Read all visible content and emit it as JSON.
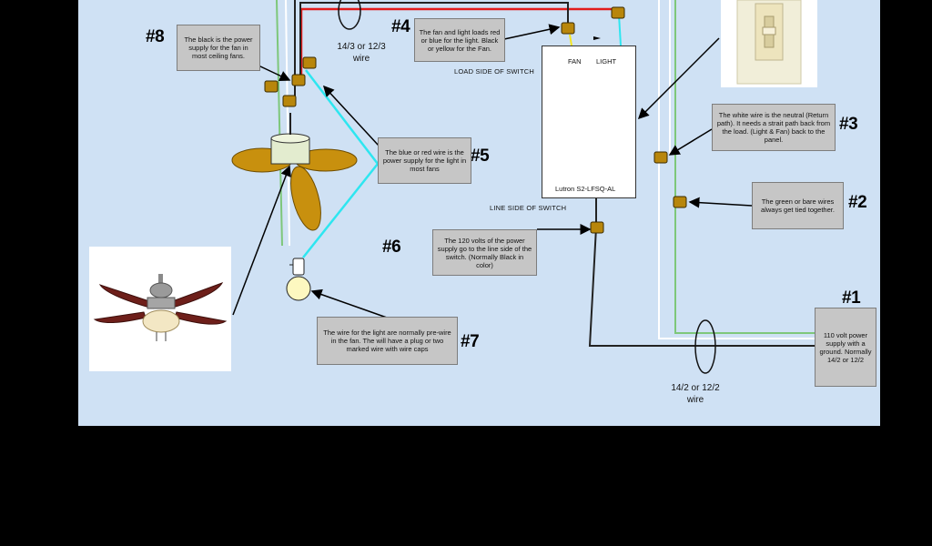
{
  "tags": {
    "t1": "#1",
    "t2": "#2",
    "t3": "#3",
    "t4": "#4",
    "t5": "#5",
    "t6": "#6",
    "t7": "#7",
    "t8": "#8"
  },
  "notes": {
    "n1": "110 volt power supply with a ground. Normally 14/2 or 12/2",
    "n2": "The green or bare wires always get tied together.",
    "n3": "The white wire is the neutral (Return path). It needs a strait path back from the load. (Light & Fan) back to the panel.",
    "n4": "The fan and light loads red or blue for the light. Black or yellow for the Fan.",
    "n5": "The blue or red wire is the power supply for the light in most fans",
    "n6": "The 120 volts of the power supply go to the line side of the switch. (Normally Black in color)",
    "n7": "The wire for the light are normally pre-wire in the fan. The will have a plug or two marked wire with wire caps",
    "n8": "The black is the power supply for the fan in most ceiling fans."
  },
  "labels": {
    "wire_14_3": "14/3 or 12/3",
    "wire_14_3_b": "wire",
    "wire_14_2": "14/2 or 12/2",
    "wire_14_2_b": "wire",
    "load_side": "LOAD SIDE OF SWITCH",
    "line_side": "LINE SIDE OF SWITCH"
  },
  "switch": {
    "fan": "FAN",
    "light": "LIGHT",
    "model": "Lutron S2-LFSQ-AL"
  },
  "colors": {
    "background": "#cfe1f4",
    "frame": "#000000",
    "wire_black": "#222222",
    "wire_red": "#e21b1b",
    "wire_blue": "#2ee6f0",
    "wire_green": "#7ec77a",
    "wire_white": "#ffffff",
    "wire_yellow": "#f5e620",
    "wire_nut": "#b8860b",
    "fan_blade": "#c8900e"
  }
}
